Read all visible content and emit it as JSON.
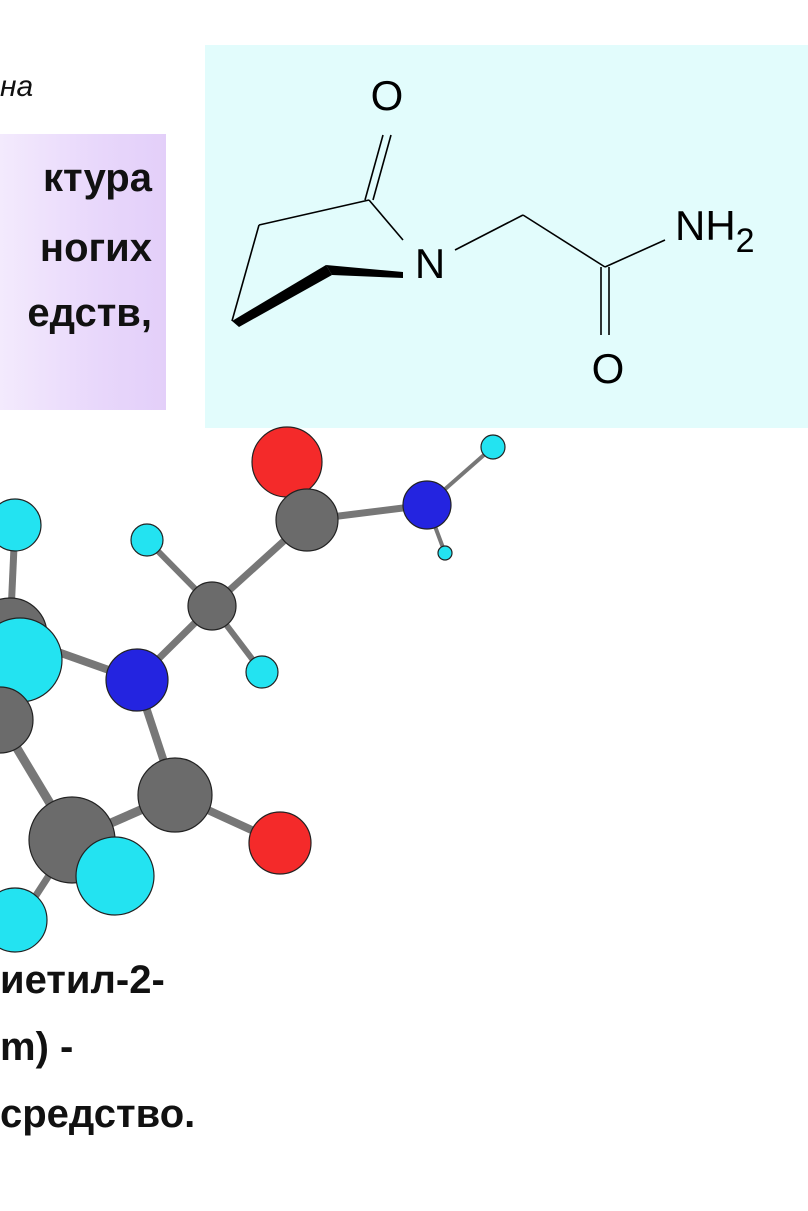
{
  "header": {
    "subtitle_fragment": "на"
  },
  "highlight_box": {
    "lines": [
      "ктура",
      "ногих",
      "едств,"
    ]
  },
  "formula": {
    "atoms": {
      "ring_oxygen": "O",
      "amide_oxygen": "O",
      "nitrogen": "N",
      "amine": "NH",
      "amine_subscript": "2"
    }
  },
  "caption": {
    "lines": [
      "иетил-2-",
      "m) -",
      "средство."
    ]
  },
  "colors": {
    "highlight_bg": "#e8d7fb",
    "formula_bg": "#e2fcfc",
    "carbon": "#6b6b6b",
    "hydrogen": "#23e3f1",
    "oxygen": "#f42a2a",
    "nitrogen": "#2424e0"
  }
}
